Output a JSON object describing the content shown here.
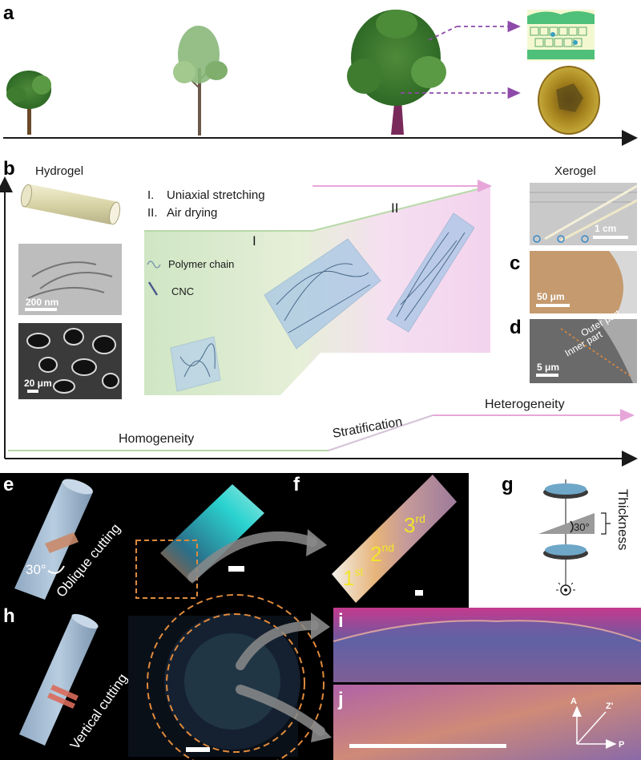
{
  "panels": {
    "a": "a",
    "b": "b",
    "c": "c",
    "d": "d",
    "e": "e",
    "f": "f",
    "g": "g",
    "h": "h",
    "i": "i",
    "j": "j"
  },
  "panel_b": {
    "hydrogel": "Hydrogel",
    "xerogel": "Xerogel",
    "step_i_num": "I.",
    "step_i": "Uniaxial stretching",
    "step_ii_num": "II.",
    "step_ii": "Air drying",
    "stage_i": "I",
    "stage_ii": "II",
    "legend_polymer": "Polymer chain",
    "legend_cnc": "CNC",
    "scale_tem": "200 nm",
    "scale_sem": "20 μm",
    "scale_photo": "1 cm",
    "homogeneity": "Homogeneity",
    "stratification": "Stratification",
    "heterogeneity": "Heterogeneity"
  },
  "panel_c": {
    "scale": "50 μm"
  },
  "panel_d": {
    "outer": "Outer part",
    "inner": "Inner part",
    "scale": "5 μm"
  },
  "panel_e": {
    "angle": "30°",
    "label": "Oblique cutting"
  },
  "panel_f": {
    "l1": "1",
    "s1": "st",
    "l2": "2",
    "s2": "nd",
    "l3": "3",
    "s3": "rd"
  },
  "panel_g": {
    "angle": "30°",
    "thickness": "Thickness"
  },
  "panel_h": {
    "label": "Vertical cutting"
  },
  "panel_j": {
    "axis_a": "A",
    "axis_z": "Z'",
    "axis_p": "P"
  },
  "colors": {
    "arrow_dark": "#1a1a1a",
    "dash_purple": "#8e4aa8",
    "homogeneity_green": "#b7d9a8",
    "heterogeneity_pink": "#e7a6d9",
    "dashed_orange": "#e08a3c",
    "label_yellow": "#f2e52a",
    "cyan_crystal": "#2ad3d0"
  }
}
